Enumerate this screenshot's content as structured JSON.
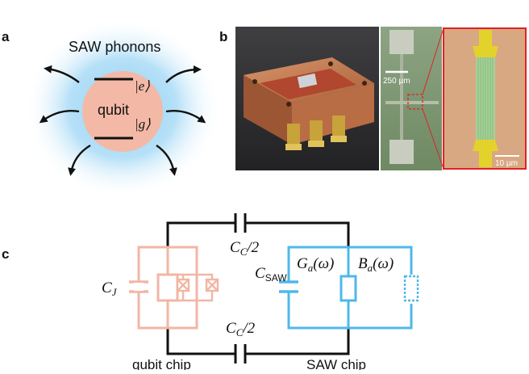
{
  "panels": {
    "a": {
      "letter": "a",
      "title": "SAW phonons",
      "center_label": "qubit",
      "excited_state": "|e⟩",
      "ground_state": "|g⟩"
    },
    "b": {
      "letter": "b",
      "scale_bar_middle": "250 µm",
      "scale_bar_right": "10 µm"
    },
    "c": {
      "letter": "c",
      "cc_top": "C_C/2",
      "cc_bottom": "C_C/2",
      "cj": "C_J",
      "csaw": "C_SAW",
      "ga": "G_a(ω)",
      "ba": "B_a(ω)",
      "left_caption": "qubit chip",
      "right_caption": "SAW chip"
    }
  },
  "colors": {
    "qubit_fill": "#f3b9a6",
    "glow": "#8fd0f3",
    "qubit_circuit": "#f2b6a4",
    "saw_circuit": "#4fb8ea",
    "wire": "#111111",
    "copper": "#c27a4f",
    "chip_green": "#7f9a72",
    "zoom_tan": "#d8a882",
    "zoom_gold": "#e4d22c",
    "zoom_box": "#e02222"
  }
}
